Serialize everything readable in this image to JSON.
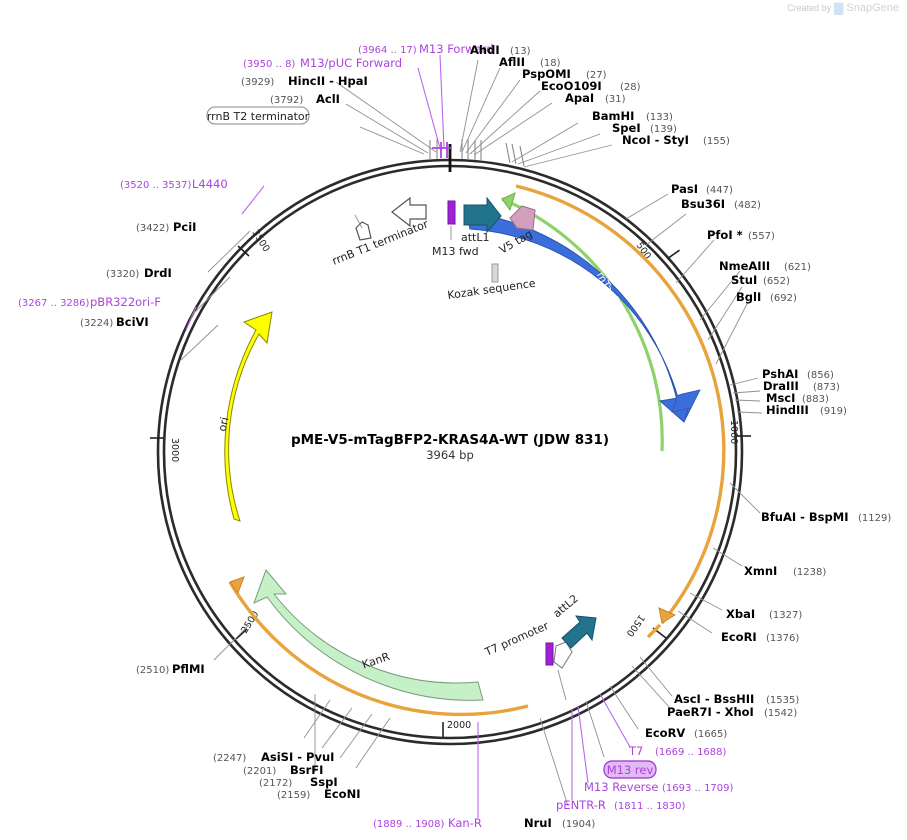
{
  "watermark": {
    "prefix": "Created by",
    "brand": "SnapGene",
    "logo_icon": "snapgene-logo-icon"
  },
  "plasmid": {
    "title": "pME-V5-mTagBFP2-KRAS4A-WT (JDW 831)",
    "length_label": "3964 bp",
    "length_bp": 3964,
    "ticks": [
      "500",
      "1000",
      "1500",
      "2000",
      "2500",
      "3000",
      "3500"
    ]
  },
  "colors": {
    "backbone": "#2b2b2b",
    "ori": "#ffff00",
    "kanr": "#c6f0c8",
    "mtagbfp2": "#3c6edb",
    "attl": "#21748c",
    "v5tag": "#d2a0bc",
    "promoter": "#a020d8",
    "orange_arc": "#e8a33d",
    "green_arc": "#8ed26a",
    "purple_text": "#aa44dd"
  },
  "features": [
    {
      "name": "rrnB T1 terminator",
      "style": "outline-arrow"
    },
    {
      "name": "M13 fwd",
      "style": "purple-bar"
    },
    {
      "name": "attL1",
      "style": "teal-arrow"
    },
    {
      "name": "V5 tag",
      "style": "pink-arrow"
    },
    {
      "name": "Kozak sequence",
      "style": "grey-bar"
    },
    {
      "name": "mTagBFP2",
      "style": "blue-arrow"
    },
    {
      "name": "ori",
      "style": "yellow-arrow"
    },
    {
      "name": "KanR",
      "style": "green-arrow"
    },
    {
      "name": "T7 promoter",
      "style": "purple-bar"
    },
    {
      "name": "attL2",
      "style": "teal-arrow"
    },
    {
      "name": "rrnB T2 terminator",
      "style": "boxed-label"
    },
    {
      "name": "M13 rev",
      "style": "boxed-label"
    }
  ],
  "sites": {
    "top_left": [
      {
        "label": "M13 Forward",
        "pos": "(3964 .. 17)",
        "color": "purple"
      },
      {
        "label": "M13/pUC Forward",
        "pos": "(3950 .. 8)",
        "color": "purple"
      },
      {
        "label": "HincII  -  HpaI",
        "pos": "(3929)",
        "color": "black"
      },
      {
        "label": "AclI",
        "pos": "(3792)",
        "color": "black"
      }
    ],
    "top_right": [
      {
        "label": "AhdI",
        "pos": "(13)"
      },
      {
        "label": "AflII",
        "pos": "(18)"
      },
      {
        "label": "PspOMI",
        "pos": "(27)"
      },
      {
        "label": "EcoO109I",
        "pos": "(28)"
      },
      {
        "label": "ApaI",
        "pos": "(31)"
      },
      {
        "label": "BamHI",
        "pos": "(133)"
      },
      {
        "label": "SpeI",
        "pos": "(139)"
      },
      {
        "label": "NcoI  -  StyI",
        "pos": "(155)"
      }
    ],
    "right": [
      {
        "label": "PasI",
        "pos": "(447)"
      },
      {
        "label": "Bsu36I",
        "pos": "(482)"
      },
      {
        "label": "PfoI *",
        "pos": "(557)"
      },
      {
        "label": "NmeAIII",
        "pos": "(621)"
      },
      {
        "label": "StuI",
        "pos": "(652)"
      },
      {
        "label": "BglI",
        "pos": "(692)"
      },
      {
        "label": "PshAI",
        "pos": "(856)"
      },
      {
        "label": "DraIII",
        "pos": "(873)"
      },
      {
        "label": "MscI",
        "pos": "(883)"
      },
      {
        "label": "HindIII",
        "pos": "(919)"
      },
      {
        "label": "BfuAI  -  BspMI",
        "pos": "(1129)"
      },
      {
        "label": "XmnI",
        "pos": "(1238)"
      },
      {
        "label": "XbaI",
        "pos": "(1327)"
      },
      {
        "label": "EcoRI",
        "pos": "(1376)"
      },
      {
        "label": "AscI  -  BssHII",
        "pos": "(1535)"
      },
      {
        "label": "PaeR7I  -  XhoI",
        "pos": "(1542)"
      },
      {
        "label": "EcoRV",
        "pos": "(1665)"
      }
    ],
    "bottom_right_purple": [
      {
        "label": "T7",
        "pos": "(1669 .. 1688)"
      },
      {
        "label": "M13 Reverse",
        "pos": "(1693 .. 1709)"
      },
      {
        "label": "pENTR-R",
        "pos": "(1811 .. 1830)"
      }
    ],
    "bottom": [
      {
        "label": "NruI",
        "pos": "(1904)",
        "color": "black"
      },
      {
        "label": "Kan-R",
        "pos": "(1889 .. 1908)",
        "color": "purple"
      },
      {
        "label": "EcoNI",
        "pos": "(2159)",
        "color": "black"
      },
      {
        "label": "SspI",
        "pos": "(2172)",
        "color": "black"
      },
      {
        "label": "BsrFI",
        "pos": "(2201)",
        "color": "black"
      },
      {
        "label": "AsiSI  -  PvuI",
        "pos": "(2247)",
        "color": "black"
      }
    ],
    "left": [
      {
        "label": "PflMI",
        "pos": "(2510)",
        "color": "black"
      },
      {
        "label": "BciVI",
        "pos": "(3224)",
        "color": "black"
      },
      {
        "label": "pBR322ori-F",
        "pos": "(3267 .. 3286)",
        "color": "purple"
      },
      {
        "label": "DrdI",
        "pos": "(3320)",
        "color": "black"
      },
      {
        "label": "PciI",
        "pos": "(3422)",
        "color": "black"
      },
      {
        "label": "L4440",
        "pos": "(3520 .. 3537)",
        "color": "purple"
      }
    ]
  }
}
